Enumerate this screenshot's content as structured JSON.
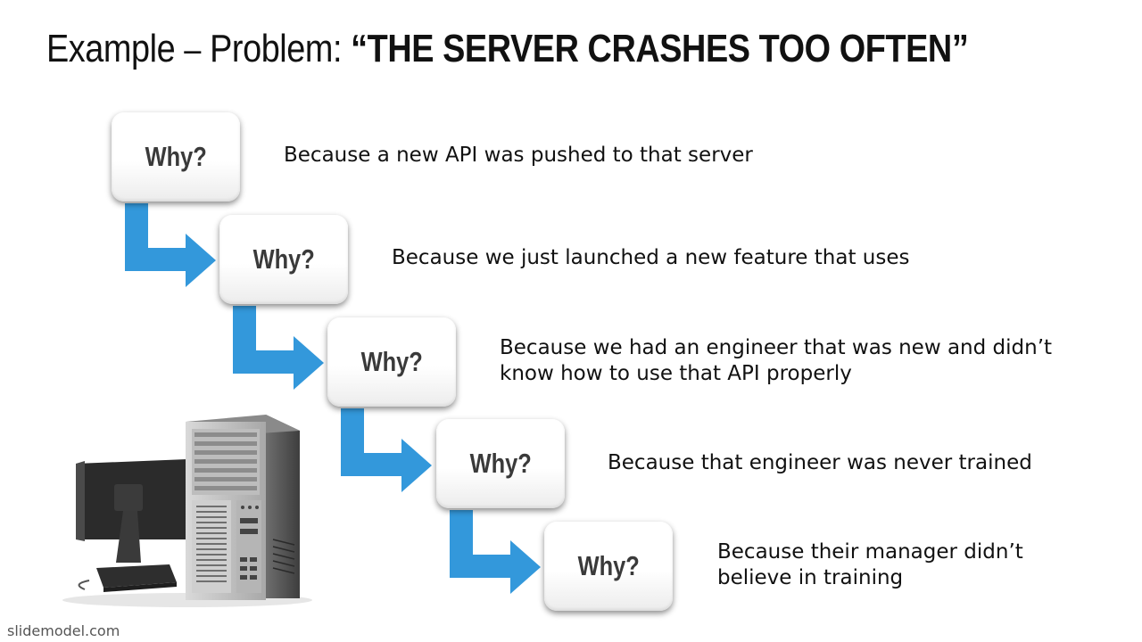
{
  "title": {
    "prefix": "Example",
    "dash": "–",
    "middle": "Problem: ",
    "quote": "“THE SERVER CRASHES TOO OFTEN”"
  },
  "steps": [
    {
      "why_label": "Why?",
      "reason": "Because a new API was pushed to that server"
    },
    {
      "why_label": "Why?",
      "reason": "Because we just launched a new feature that uses"
    },
    {
      "why_label": "Why?",
      "reason": "Because we had an engineer that was new and didn’t\nknow how to use that API properly"
    },
    {
      "why_label": "Why?",
      "reason": "Because that engineer was never trained"
    },
    {
      "why_label": "Why?",
      "reason": "Because their manager didn’t\nbelieve in training"
    }
  ],
  "footer": "slidemodel.com",
  "colors": {
    "arrow": "#3398db",
    "box_text": "#3a3a3a"
  },
  "image": {
    "icon": "desktop-computer-icon"
  }
}
